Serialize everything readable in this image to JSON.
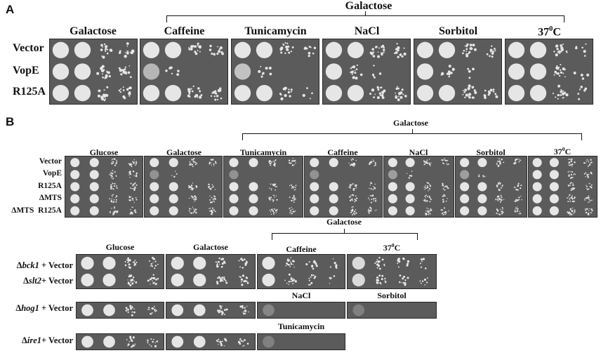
{
  "panelA": {
    "letter": "A",
    "group_label": "Galactose",
    "conditions": [
      "Galactose",
      "Caffeine",
      "Tunicamycin",
      "NaCl",
      "Sorbitol",
      "37",
      "0",
      "C"
    ],
    "rows": [
      "Vector",
      "VopE",
      "R125A"
    ]
  },
  "panelB": {
    "letter": "B",
    "group_label": "Galactose",
    "conditions": [
      "Glucose",
      "Galactose",
      "Tunicamycin",
      "Caffeine",
      "NaCl",
      "Sorbitol",
      "37",
      "0",
      "C"
    ],
    "rows": [
      "Vector",
      "VopE",
      "R125A",
      "ΔMTS",
      "ΔMTS  R125A"
    ]
  },
  "panelC": {
    "group_label": "Galactose",
    "top_conditions": [
      "Glucose",
      "Galactose",
      "Caffeine",
      "37",
      "0",
      "C"
    ],
    "mid_conditions": [
      "NaCl",
      "Sorbitol"
    ],
    "bottom_condition": "Tunicamycin",
    "rows": [
      {
        "delta": "Δ",
        "gene": "bck1",
        "suffix": " + Vector"
      },
      {
        "delta": "Δ",
        "gene": "slt2",
        "suffix": "+ Vector"
      },
      {
        "delta": "Δ",
        "gene": "hog1",
        "suffix": " + Vector"
      },
      {
        "delta": "Δ",
        "gene": "ire1",
        "suffix": "+ Vector"
      }
    ]
  }
}
